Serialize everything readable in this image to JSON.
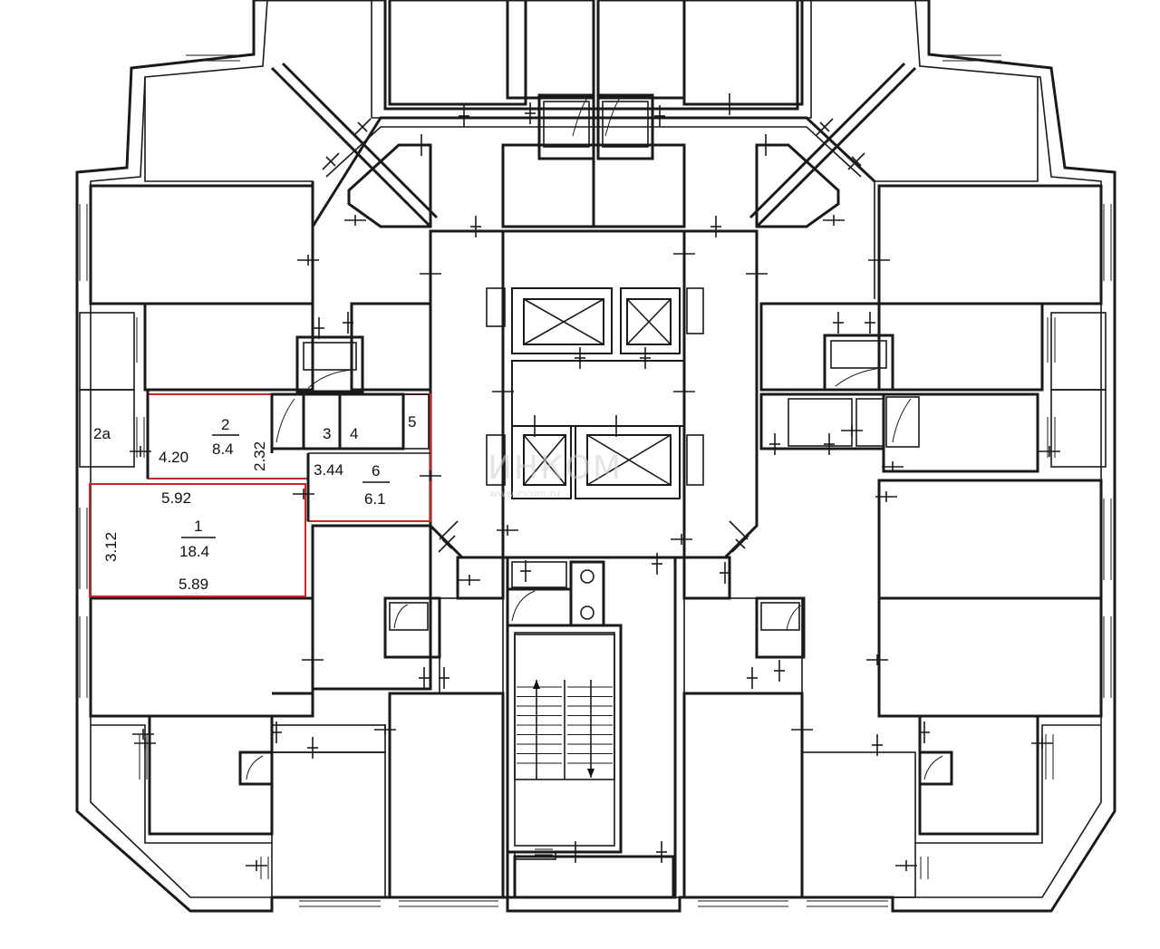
{
  "plan": {
    "highlight_color": "#c62828",
    "line_color": "#1a1a1a",
    "rooms": {
      "r2a": {
        "num": "2а"
      },
      "r2": {
        "num": "2",
        "area": "8.4",
        "dim_w": "4.20",
        "dim_h": "2.32"
      },
      "r3": {
        "num": "3"
      },
      "r4": {
        "num": "4"
      },
      "r5": {
        "num": "5"
      },
      "r6": {
        "num": "6",
        "area": "6.1",
        "dim": "3.44"
      },
      "r1": {
        "num": "1",
        "area": "18.4",
        "dim_top": "5.92",
        "dim_bottom": "5.89",
        "dim_side": "3.12"
      }
    }
  }
}
